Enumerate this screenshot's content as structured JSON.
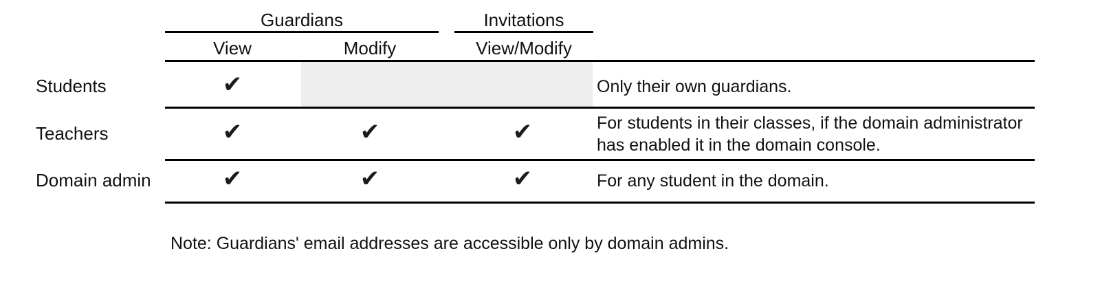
{
  "table": {
    "column_groups": [
      {
        "label": "Guardians",
        "span": 2
      },
      {
        "label": "Invitations",
        "span": 1
      }
    ],
    "columns": [
      {
        "key": "guardians_view",
        "label": "View"
      },
      {
        "key": "guardians_modify",
        "label": "Modify"
      },
      {
        "key": "invitations_view_modify",
        "label": "View/Modify"
      },
      {
        "key": "notes",
        "label": ""
      }
    ],
    "rows": [
      {
        "label": "Students",
        "guardians_view": "✔",
        "guardians_modify": "",
        "invitations_view_modify": "",
        "not_applicable": true,
        "notes": "Only their own guardians."
      },
      {
        "label": "Teachers",
        "guardians_view": "✔",
        "guardians_modify": "✔",
        "invitations_view_modify": "✔",
        "not_applicable": false,
        "notes_line1": "For students in their classes, if the domain administrator",
        "notes_line2": "has enabled it in the domain console.",
        "notes": "For students in their classes, if the domain administrator has enabled it in the domain console."
      },
      {
        "label": "Domain admin",
        "guardians_view": "✔",
        "guardians_modify": "✔",
        "invitations_view_modify": "✔",
        "not_applicable": false,
        "notes": "For any student in the domain."
      }
    ]
  },
  "note": "Note: Guardians' email addresses are accessible only by domain admins.",
  "colors": {
    "text": "#111111",
    "rule": "#000000",
    "not_applicable_fill": "#eeeeee",
    "background": "#ffffff",
    "check": "#1b1b1b"
  },
  "icons": {
    "check": "heavy-check-mark"
  }
}
